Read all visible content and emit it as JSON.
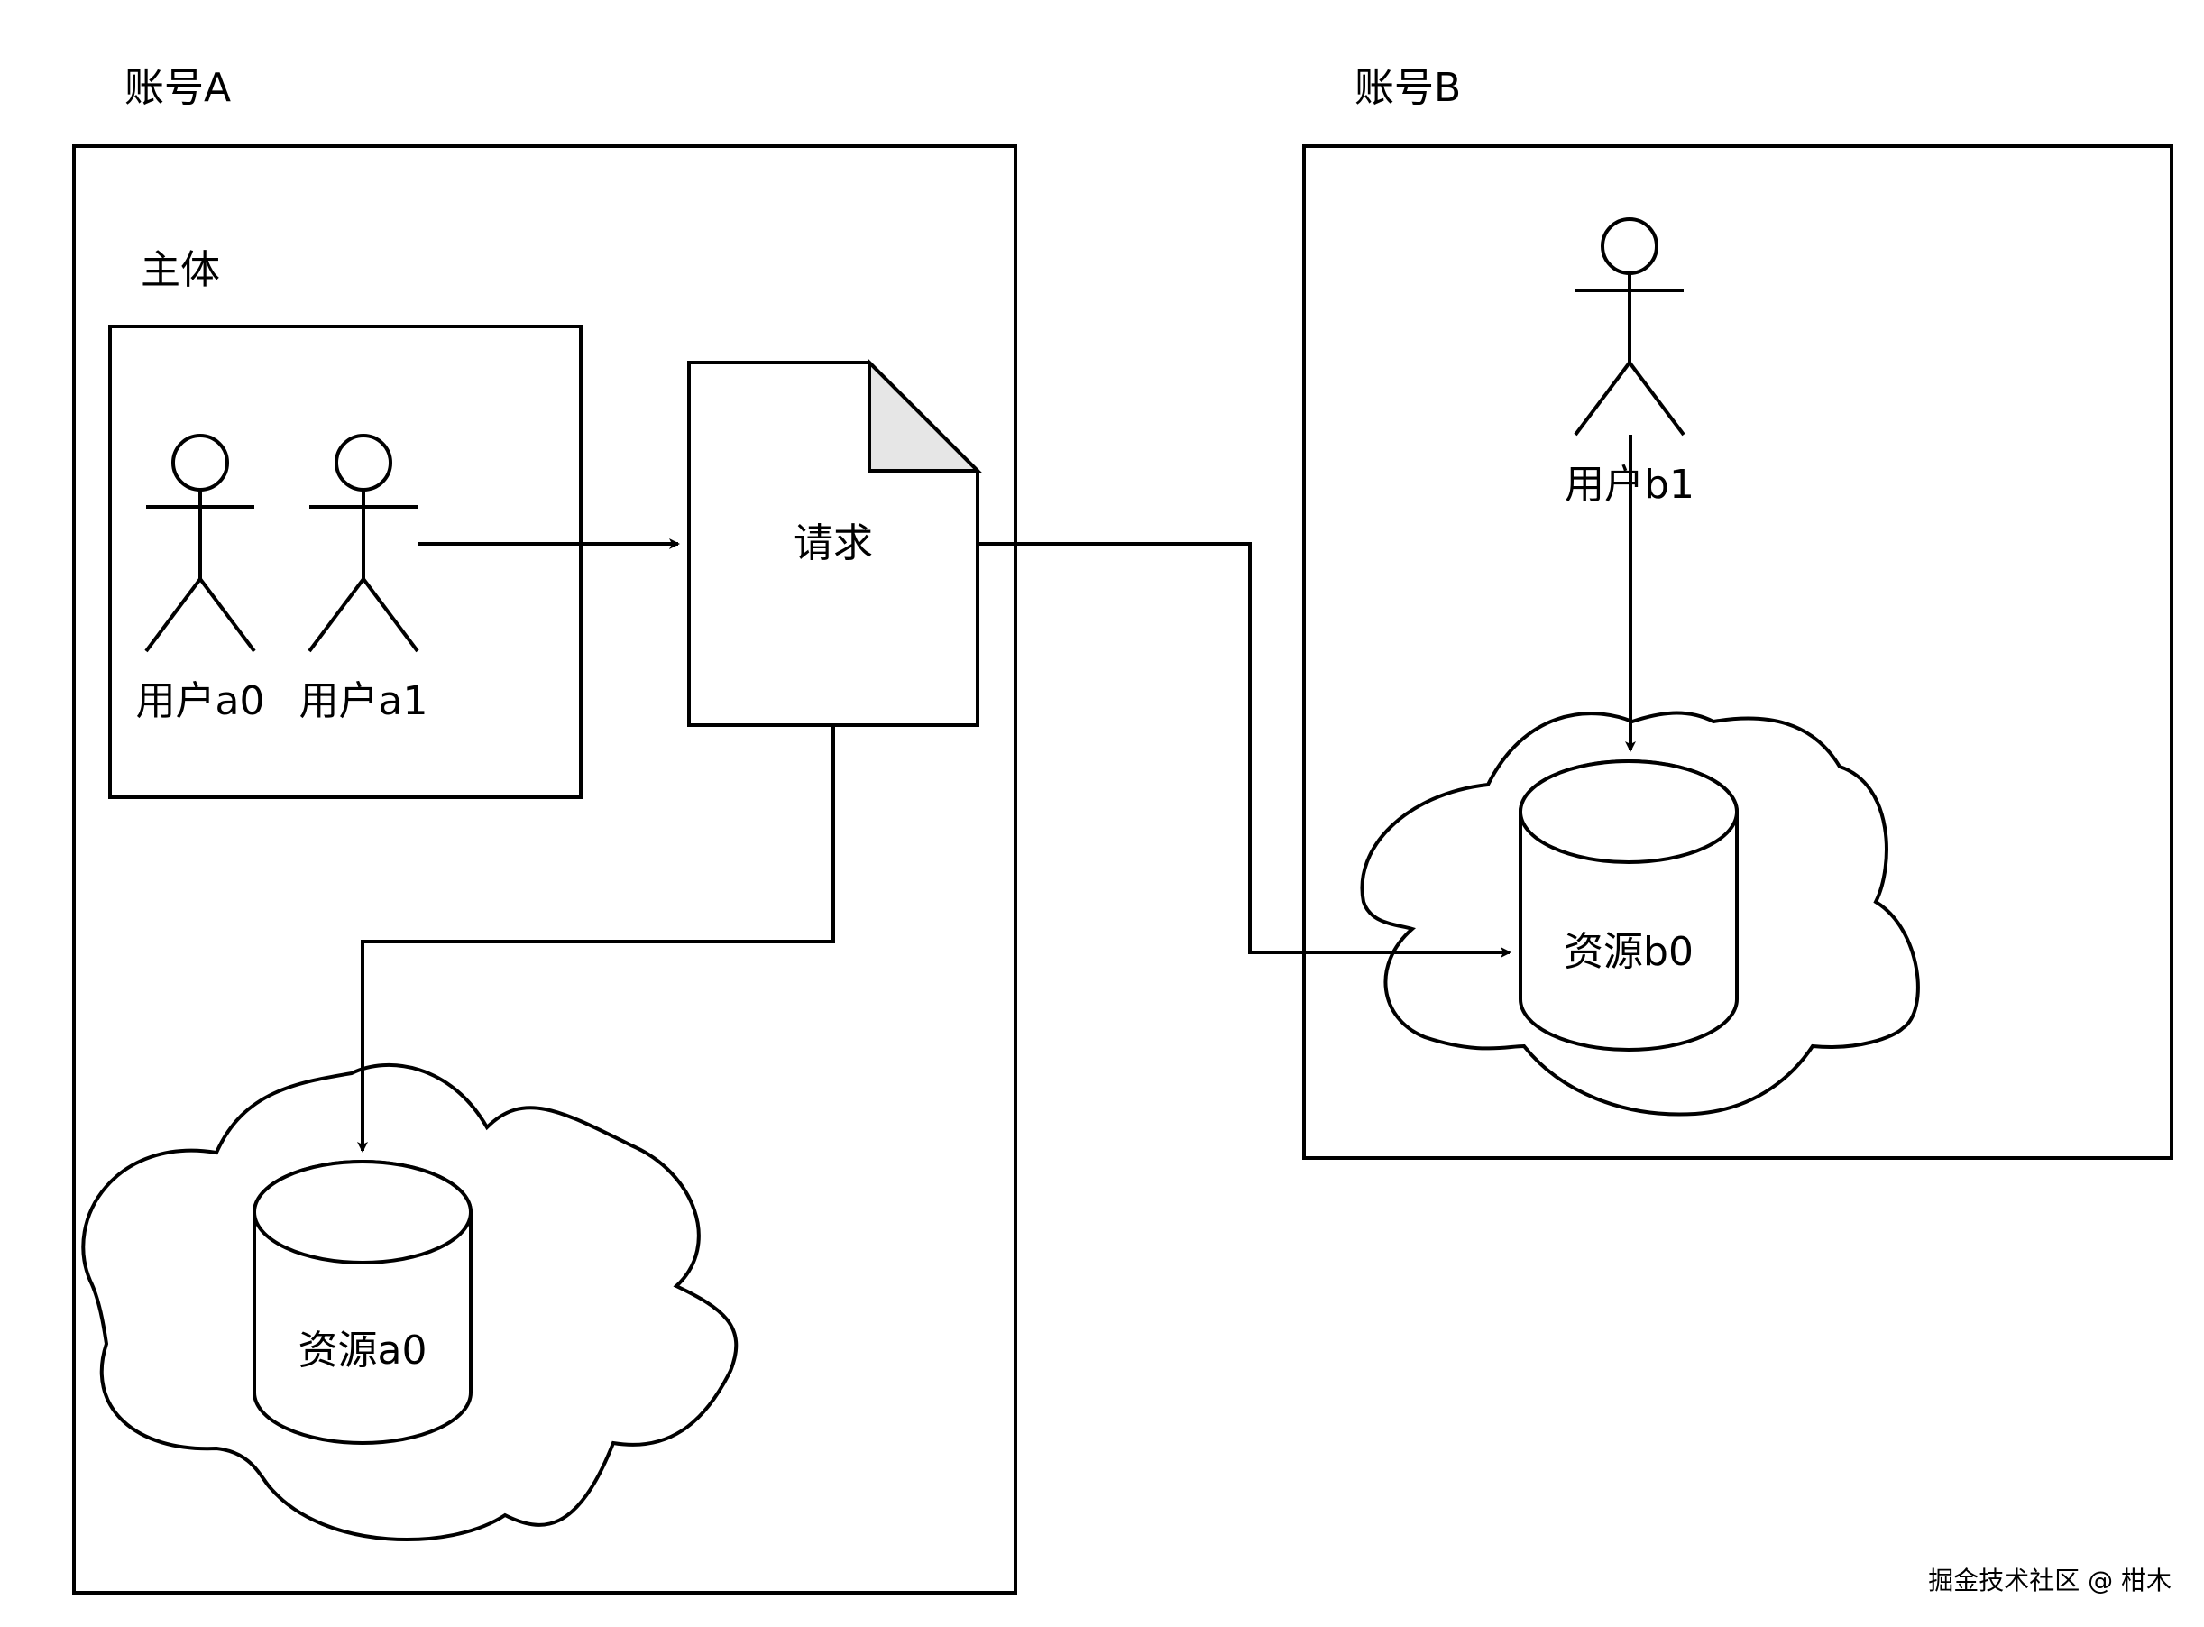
{
  "account_a": {
    "title": "账号A"
  },
  "account_b": {
    "title": "账号B"
  },
  "principal": {
    "title": "主体"
  },
  "users": {
    "a0": "用户a0",
    "a1": "用户a1",
    "b1": "用户b1"
  },
  "request": {
    "label": "请求"
  },
  "resources": {
    "a0": "资源a0",
    "b0": "资源b0"
  },
  "watermark": "掘金技术社区 @ 柑木",
  "colors": {
    "stroke": "#000000",
    "background": "#ffffff",
    "page_fold": "#e6e6e6",
    "watermark": "#888888"
  }
}
